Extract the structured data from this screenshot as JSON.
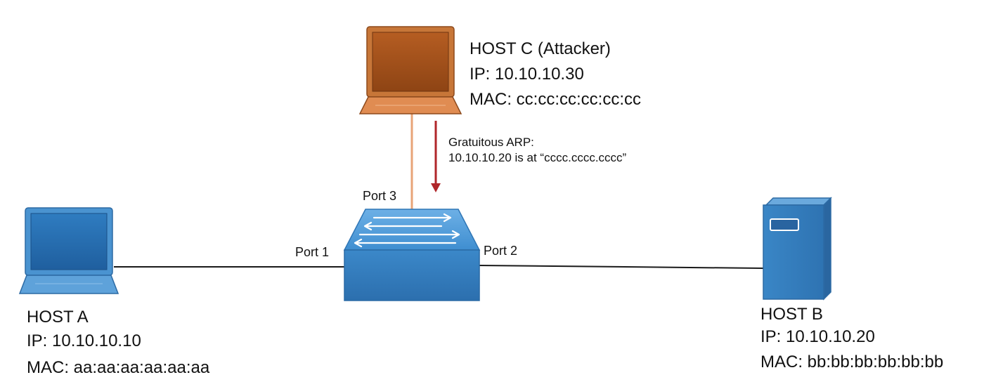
{
  "hosts": {
    "a": {
      "title": "HOST A",
      "ip": "IP: 10.10.10.10",
      "mac": "MAC: aa:aa:aa:aa:aa:aa"
    },
    "b": {
      "title": "HOST B",
      "ip": "IP: 10.10.10.20",
      "mac": "MAC: bb:bb:bb:bb:bb:bb"
    },
    "c": {
      "title": "HOST C (Attacker)",
      "ip": "IP: 10.10.10.30",
      "mac": "MAC: cc:cc:cc:cc:cc:cc"
    }
  },
  "ports": {
    "port1": "Port 1",
    "port2": "Port 2",
    "port3": "Port 3"
  },
  "arp": {
    "line1": "Gratuitous ARP:",
    "line2": "10.10.10.20 is at “cccc.cccc.cccc”"
  },
  "colors": {
    "switch_blue": "#3a87c8",
    "laptop_blue": "#3a86c6",
    "attacker_orange": "#c46a2e",
    "attacker_link": "#e8a477",
    "arp_arrow": "#b0262a",
    "link_black": "#1a1a1a"
  },
  "icons": {
    "host_a": "laptop-icon",
    "host_b": "server-icon",
    "host_c": "laptop-icon",
    "switch": "network-switch-icon"
  }
}
